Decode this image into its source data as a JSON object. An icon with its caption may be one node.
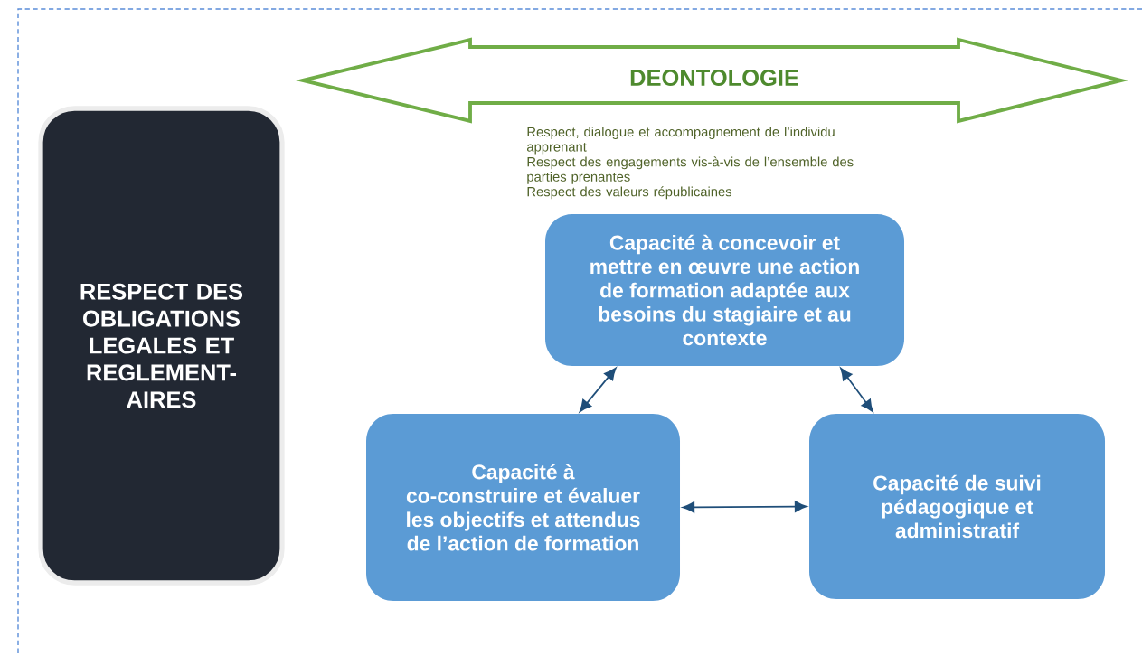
{
  "diagram": {
    "nodes": [
      {
        "text": [
          "RESPECT DES OBLIGATIONS LEGALES ET REGLEMENT-AIRES"
        ]
      },
      {
        "text": [
          "DEONTOLOGIE"
        ],
        "beside": [
          "Respect, dialogue et accompagnement de l’individu apprenant",
          "Respect des engagements vis-à-vis de l’ensemble des parties prenantes",
          "Respect des valeurs républicaines"
        ]
      },
      {
        "text": [
          "Capacité à concevoir et mettre en œuvre une action de formation adaptée aux besoins du stagiaire et au contexte"
        ]
      },
      {
        "text": [
          "Capacité à co-construire et évaluer les objectifs et attendus de l’action de formation"
        ]
      },
      {
        "text": [
          "Capacité de suivi pédagogique et administratif"
        ]
      }
    ],
    "edges": [
      {
        "from": 2,
        "to": 3,
        "arrow": "both"
      },
      {
        "from": 2,
        "to": 4,
        "arrow": "both"
      },
      {
        "from": 3,
        "to": 4,
        "arrow": "both"
      }
    ]
  }
}
